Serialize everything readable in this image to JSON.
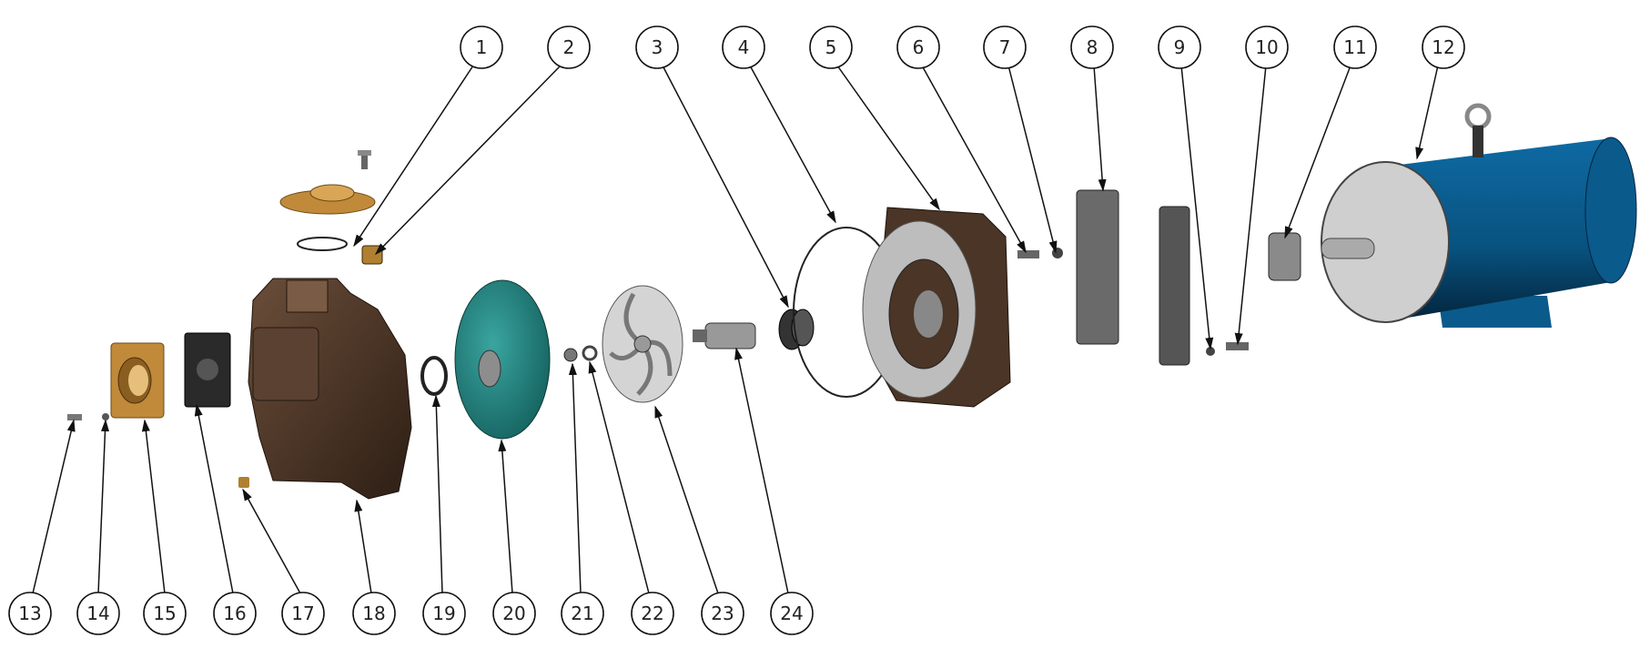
{
  "diagram": {
    "title": "Pump exploded view",
    "callouts_top": [
      "1",
      "2",
      "3",
      "4",
      "5",
      "6",
      "7",
      "8",
      "9",
      "10",
      "11",
      "12"
    ],
    "callouts_bottom": [
      "13",
      "14",
      "15",
      "16",
      "17",
      "18",
      "19",
      "20",
      "21",
      "22",
      "23",
      "24"
    ],
    "colors": {
      "bronze": "#c08a3a",
      "casing": "#4a3526",
      "teal": "#1f7d7a",
      "motor_blue": "#0a5a8c",
      "steel": "#c8c8c8",
      "dark": "#2a2a2a"
    }
  }
}
